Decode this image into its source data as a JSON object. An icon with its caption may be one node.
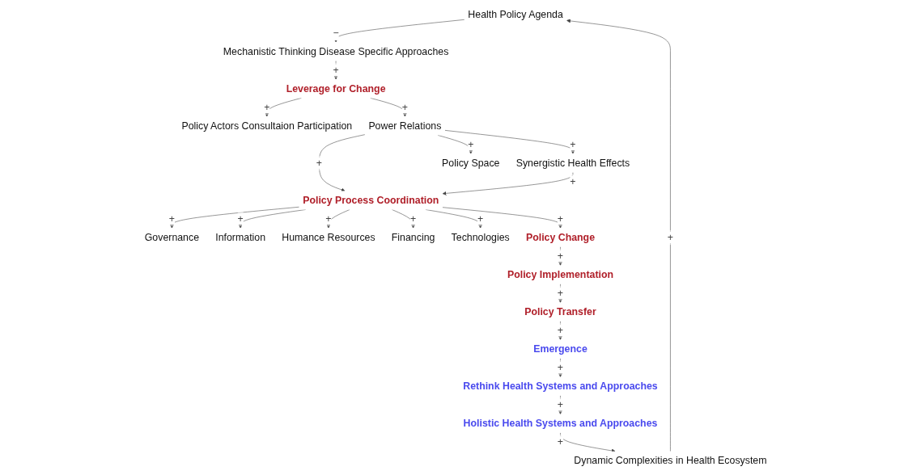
{
  "diagram": {
    "nodes": [
      {
        "text": [
          "Health Policy Agenda"
        ]
      },
      {
        "text": [
          "Mechanistic Thinking Disease Specific Approaches"
        ]
      },
      {
        "text": [
          "Leverage for Change"
        ]
      },
      {
        "text": [
          "Policy Actors Consultaion Participation"
        ]
      },
      {
        "text": [
          "Power Relations"
        ]
      },
      {
        "text": [
          "Synergistic Health Effects"
        ]
      },
      {
        "text": [
          "Policy Space"
        ]
      },
      {
        "text": [
          "Policy Process Coordination"
        ]
      },
      {
        "text": [
          "Governance"
        ]
      },
      {
        "text": [
          "Information"
        ]
      },
      {
        "text": [
          "Humance Resources"
        ]
      },
      {
        "text": [
          "Financing"
        ]
      },
      {
        "text": [
          "Technologies"
        ]
      },
      {
        "text": [
          "Policy Change"
        ]
      },
      {
        "text": [
          "Policy Implementation"
        ]
      },
      {
        "text": [
          "Policy Transfer"
        ]
      },
      {
        "text": [
          "Emergence"
        ]
      },
      {
        "text": [
          "Rethink Health Systems and Approaches"
        ]
      },
      {
        "text": [
          "Holistic Health Systems and Approaches"
        ]
      },
      {
        "text": [
          "Dynamic Complexities in Health Ecosystem"
        ]
      }
    ],
    "edges": [
      {
        "from": 0,
        "to": 1,
        "arrow": "to",
        "label": "−"
      },
      {
        "from": 1,
        "to": 2,
        "arrow": "to",
        "label": "+"
      },
      {
        "from": 2,
        "to": 3,
        "arrow": "to",
        "label": "+"
      },
      {
        "from": 2,
        "to": 4,
        "arrow": "to",
        "label": "+"
      },
      {
        "from": 4,
        "to": 5,
        "arrow": "to",
        "label": "+"
      },
      {
        "from": 4,
        "to": 7,
        "arrow": "to",
        "label": "+"
      },
      {
        "from": 4,
        "to": 6,
        "arrow": "to",
        "label": "+"
      },
      {
        "from": 5,
        "to": 7,
        "arrow": "to",
        "label": "+"
      },
      {
        "from": 7,
        "to": 8,
        "arrow": "to",
        "label": "+"
      },
      {
        "from": 7,
        "to": 9,
        "arrow": "to",
        "label": "+"
      },
      {
        "from": 7,
        "to": 10,
        "arrow": "to",
        "label": "+"
      },
      {
        "from": 7,
        "to": 11,
        "arrow": "to",
        "label": "+"
      },
      {
        "from": 7,
        "to": 12,
        "arrow": "to",
        "label": "+"
      },
      {
        "from": 7,
        "to": 13,
        "arrow": "to",
        "label": "+"
      },
      {
        "from": 13,
        "to": 14,
        "arrow": "to",
        "label": "+"
      },
      {
        "from": 14,
        "to": 15,
        "arrow": "to",
        "label": "+"
      },
      {
        "from": 15,
        "to": 16,
        "arrow": "to",
        "label": "+"
      },
      {
        "from": 16,
        "to": 17,
        "arrow": "to",
        "label": "+"
      },
      {
        "from": 17,
        "to": 18,
        "arrow": "to",
        "label": "+"
      },
      {
        "from": 18,
        "to": 19,
        "arrow": "to",
        "label": "+"
      },
      {
        "from": 19,
        "to": 0,
        "arrow": "to",
        "label": "+"
      }
    ]
  }
}
